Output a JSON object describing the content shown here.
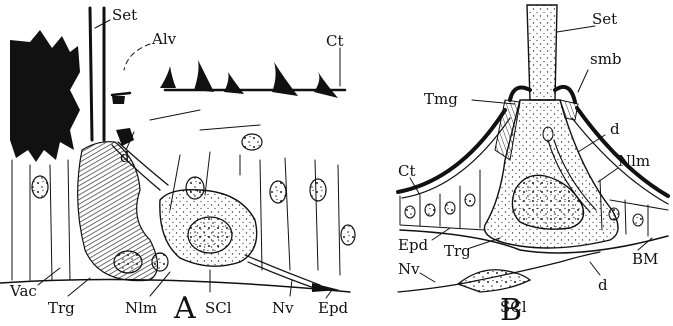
{
  "figure": {
    "panel_a": {
      "letter": "A",
      "labels": {
        "set": "Set",
        "alv": "Alv",
        "ct": "Ct",
        "d": "d",
        "vac": "Vac",
        "trg": "Trg",
        "nlm": "Nlm",
        "scl": "SCl",
        "nv": "Nv",
        "epd": "Epd"
      }
    },
    "panel_b": {
      "letter": "B",
      "labels": {
        "set": "Set",
        "smb": "smb",
        "tmg": "Tmg",
        "d": "d",
        "nlm": "Nlm",
        "ct": "Ct",
        "epd": "Epd",
        "trg": "Trg",
        "bm": "BM",
        "nv": "Nv",
        "scl": "SCl",
        "d_lower": "d"
      }
    }
  },
  "colors": {
    "ink": "#111111",
    "paper": "#ffffff"
  }
}
